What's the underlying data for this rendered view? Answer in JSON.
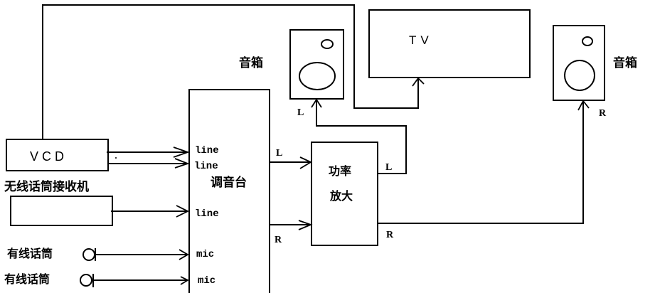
{
  "diagram": {
    "speaker_left": {
      "label": "音箱",
      "channel": "L"
    },
    "speaker_right": {
      "label": "音箱",
      "channel": "R"
    },
    "tv": {
      "label": "TV"
    },
    "vcd": {
      "label": "VCD"
    },
    "wireless_receiver": {
      "label": "无线话筒接收机"
    },
    "mixer": {
      "label": "调音台",
      "inputs": [
        "line",
        "line",
        "line",
        "mic",
        "mic"
      ],
      "out_left": "L",
      "out_right": "R"
    },
    "amplifier": {
      "label_line1": "功率",
      "label_line2": "放大",
      "out_left": "L",
      "out_right": "R"
    },
    "wired_mic_1": {
      "label": "有线话筒"
    },
    "wired_mic_2": {
      "label": "有线话筒"
    }
  }
}
